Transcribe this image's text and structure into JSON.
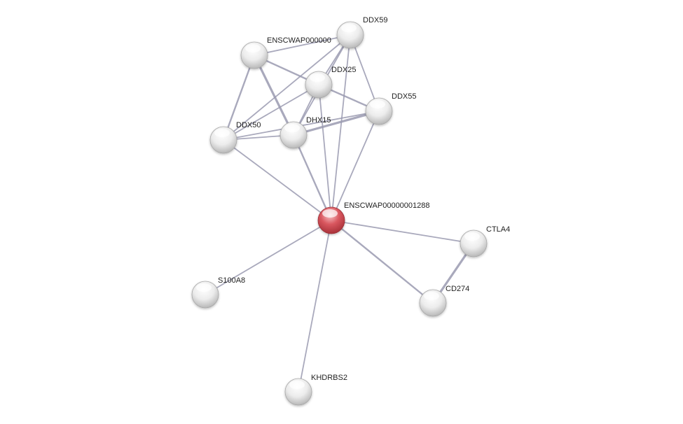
{
  "network": {
    "nodes": [
      {
        "id": "query",
        "label": "ENSCWAP00000001288",
        "type": "query"
      },
      {
        "id": "ddx59",
        "label": "DDX59",
        "type": "partner"
      },
      {
        "id": "enscwap_partner",
        "label": "ENSCWAP000000",
        "type": "partner"
      },
      {
        "id": "ddx25",
        "label": "DDX25",
        "type": "partner"
      },
      {
        "id": "ddx55",
        "label": "DDX55",
        "type": "partner"
      },
      {
        "id": "ddx50",
        "label": "DDX50",
        "type": "partner"
      },
      {
        "id": "dhx15",
        "label": "DHX15",
        "type": "partner"
      },
      {
        "id": "ctla4",
        "label": "CTLA4",
        "type": "partner"
      },
      {
        "id": "cd274",
        "label": "CD274",
        "type": "partner"
      },
      {
        "id": "s100a8",
        "label": "S100A8",
        "type": "partner"
      },
      {
        "id": "khdrbs2",
        "label": "KHDRBS2",
        "type": "partner"
      }
    ],
    "edges": [
      {
        "from": "query",
        "to": "ddx59",
        "strength": 1
      },
      {
        "from": "query",
        "to": "ddx25",
        "strength": 1
      },
      {
        "from": "query",
        "to": "ddx55",
        "strength": 1
      },
      {
        "from": "query",
        "to": "ddx50",
        "strength": 1
      },
      {
        "from": "query",
        "to": "dhx15",
        "strength": 2
      },
      {
        "from": "query",
        "to": "ctla4",
        "strength": 1
      },
      {
        "from": "query",
        "to": "cd274",
        "strength": 2
      },
      {
        "from": "query",
        "to": "s100a8",
        "strength": 1
      },
      {
        "from": "query",
        "to": "khdrbs2",
        "strength": 1
      },
      {
        "from": "ctla4",
        "to": "cd274",
        "strength": 3
      },
      {
        "from": "enscwap_partner",
        "to": "ddx59",
        "strength": 1
      },
      {
        "from": "enscwap_partner",
        "to": "ddx25",
        "strength": 2
      },
      {
        "from": "enscwap_partner",
        "to": "ddx50",
        "strength": 2
      },
      {
        "from": "enscwap_partner",
        "to": "dhx15",
        "strength": 3
      },
      {
        "from": "ddx59",
        "to": "ddx25",
        "strength": 1
      },
      {
        "from": "ddx59",
        "to": "ddx55",
        "strength": 1
      },
      {
        "from": "ddx59",
        "to": "ddx50",
        "strength": 1
      },
      {
        "from": "ddx59",
        "to": "dhx15",
        "strength": 1
      },
      {
        "from": "ddx25",
        "to": "ddx55",
        "strength": 2
      },
      {
        "from": "ddx25",
        "to": "ddx50",
        "strength": 1
      },
      {
        "from": "ddx25",
        "to": "dhx15",
        "strength": 1
      },
      {
        "from": "ddx55",
        "to": "dhx15",
        "strength": 3
      },
      {
        "from": "ddx55",
        "to": "ddx50",
        "strength": 1
      },
      {
        "from": "ddx50",
        "to": "dhx15",
        "strength": 1
      }
    ]
  },
  "colors": {
    "query_node": "#d9575f",
    "partner_node": "#e8e8e8",
    "edge": "#9a9ab0",
    "label": "#222222"
  }
}
